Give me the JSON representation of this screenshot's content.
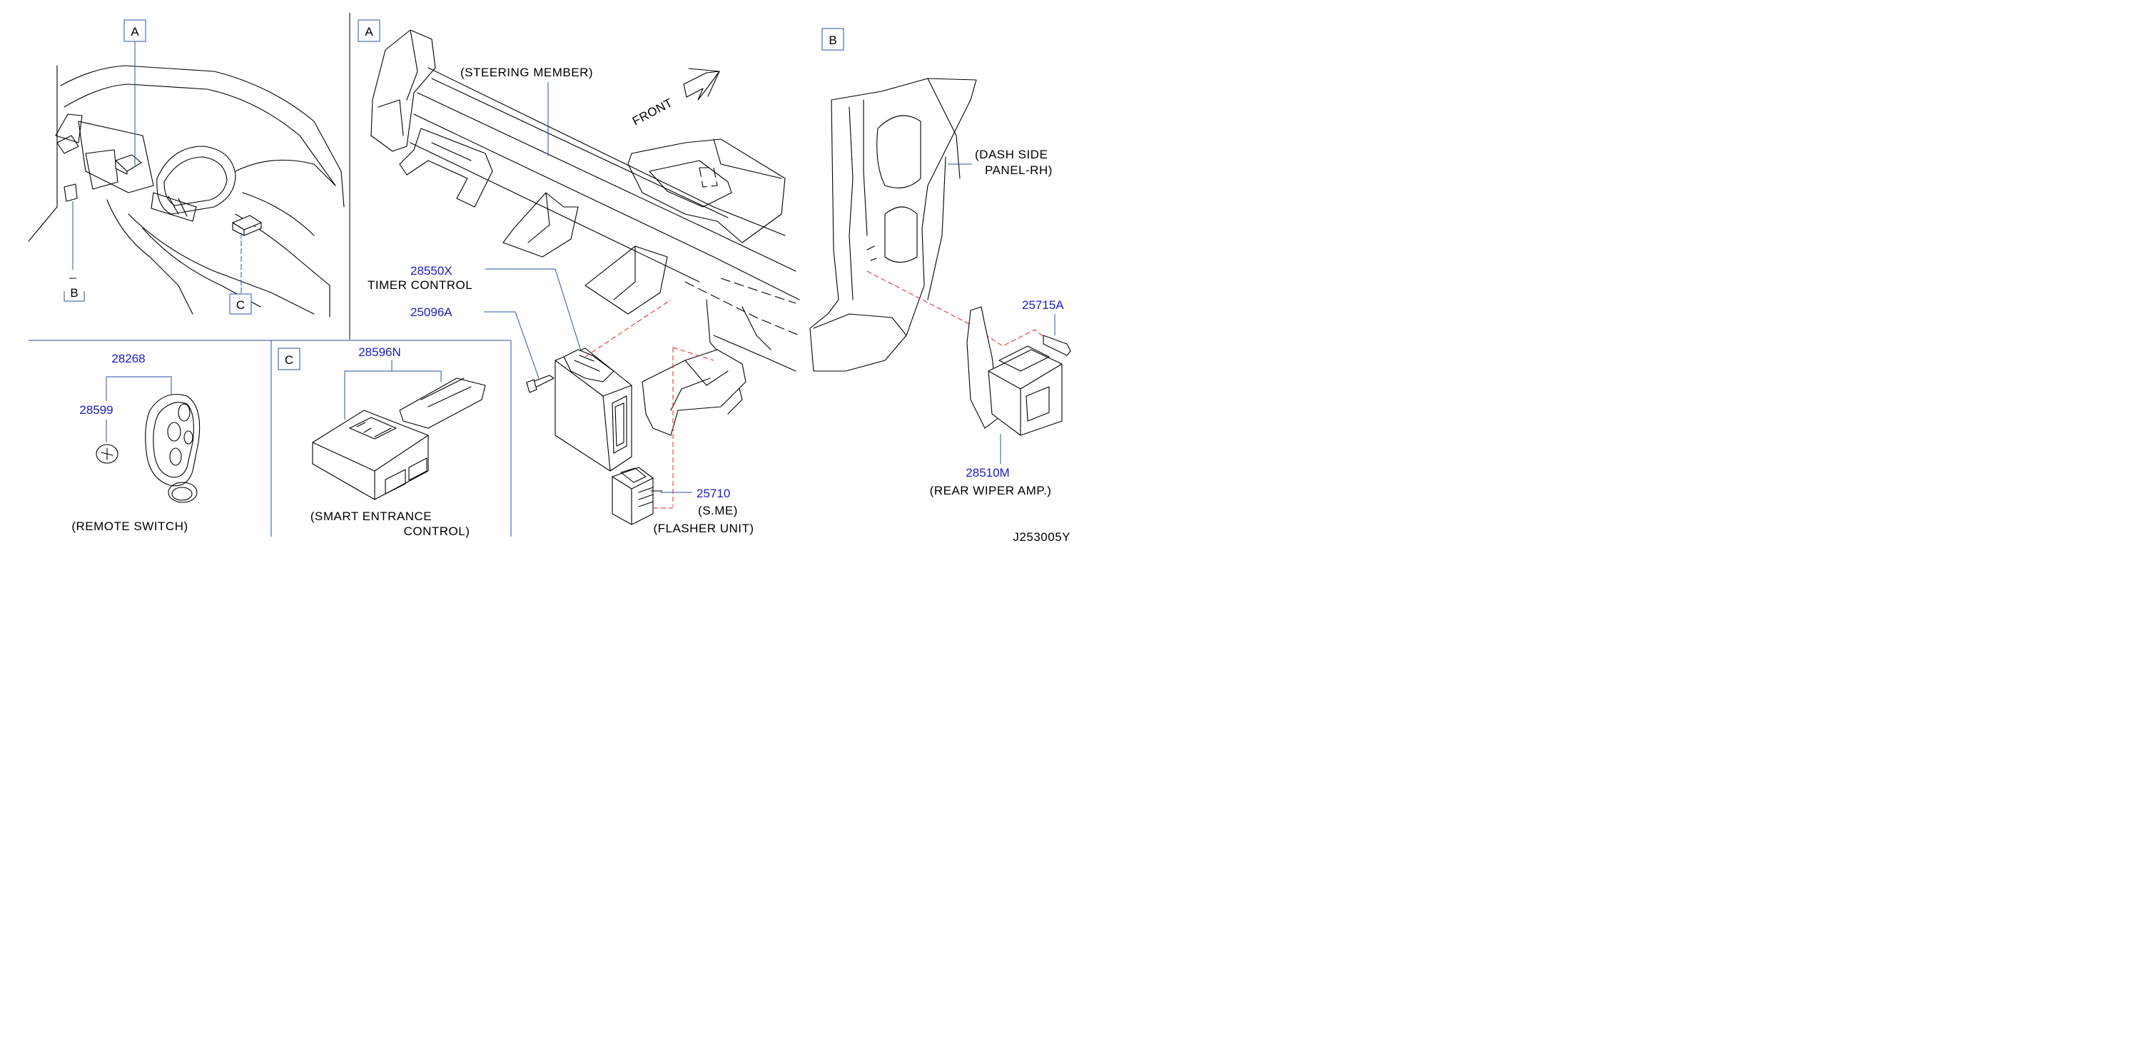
{
  "section_labels": {
    "a_top": "A",
    "a_main": "A",
    "b_main": "B",
    "b_small": "B",
    "c_small": "C",
    "c_inset": "C"
  },
  "parts": {
    "steering_member": "(STEERING MEMBER)",
    "front": "FRONT",
    "dash_side_panel_1": "(DASH SIDE",
    "dash_side_panel_2": "PANEL-RH)",
    "p28550x": "28550X",
    "timer_control": "TIMER CONTROL",
    "p25096a": "25096A",
    "p25715a": "25715A",
    "p28268": "28268",
    "p28599": "28599",
    "p28596n": "28596N",
    "p25710": "25710",
    "sme": "(S.ME)",
    "flasher_unit": "(FLASHER UNIT)",
    "p28510m": "28510M",
    "rear_wiper_amp": "(REAR WIPER AMP.)",
    "remote_switch": "(REMOTE SWITCH)",
    "smart_entrance_1": "(SMART ENTRANCE",
    "smart_entrance_2": "CONTROL)",
    "diagram_code": "J253005Y"
  },
  "colors": {
    "part_number": "#1a1acc",
    "leader": "#2a50a8",
    "phantom_line": "#e02020"
  }
}
